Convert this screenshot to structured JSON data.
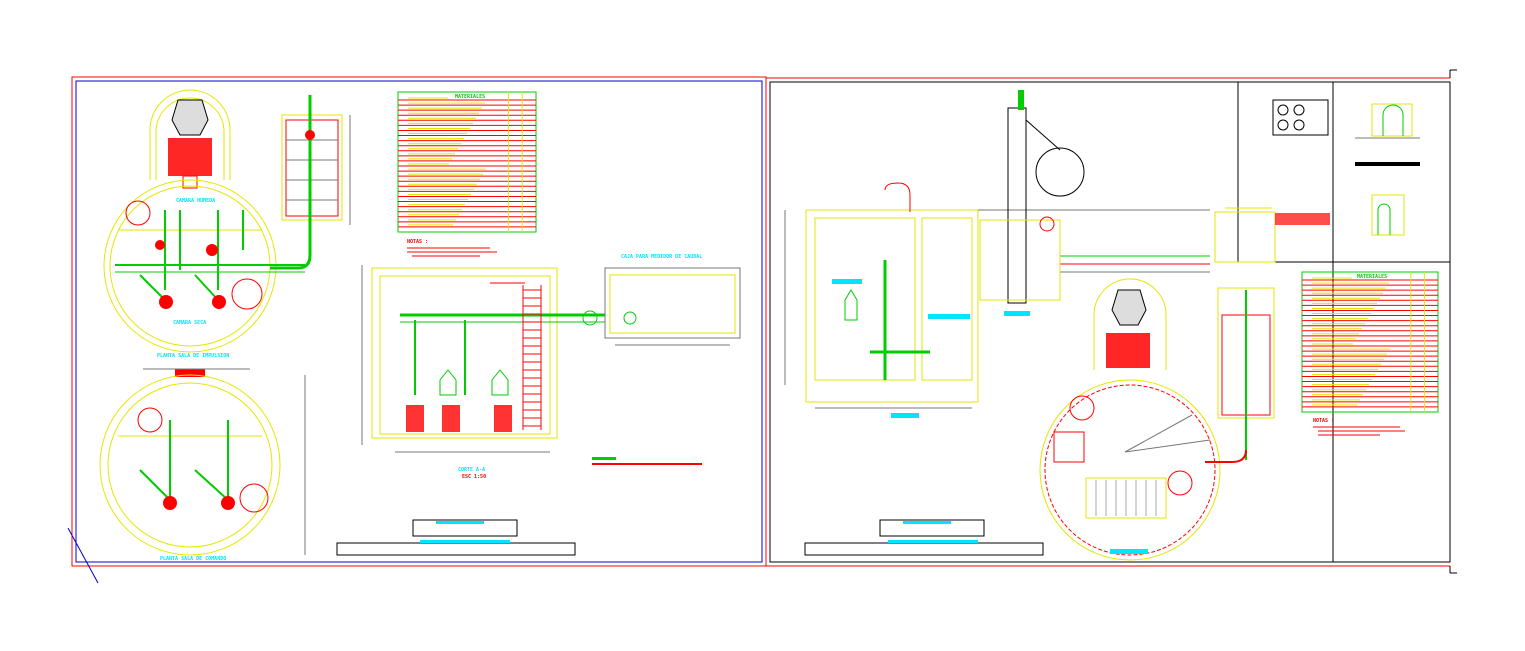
{
  "sheet_left": {
    "plan_top_labels": {
      "wet_chamber": "CAMARA HUMEDA",
      "dry_chamber": "CAMARA SECA",
      "title": "PLANTA SALA DE IMPULSION"
    },
    "plan_bottom_title": "PLANTA SALA DE COMANDO",
    "materials_title": "MATERIALES",
    "notes_title": "NOTAS :",
    "flow_box_title": "CAJA PARA MEDIDOR DE CAUDAL",
    "section_title": "CORTE A-A",
    "section_scale": "ESC 1:50"
  },
  "sheet_right": {
    "materials_title": "MATERIALES",
    "notes_title": "NOTAS :"
  },
  "colors": {
    "outline_blue": "#0000cc",
    "frame_red": "#ff0000",
    "pipe_green": "#00cc00",
    "wall_yellow": "#e6e600",
    "label_cyan": "#00e5ff",
    "dim_gray": "#777777"
  }
}
